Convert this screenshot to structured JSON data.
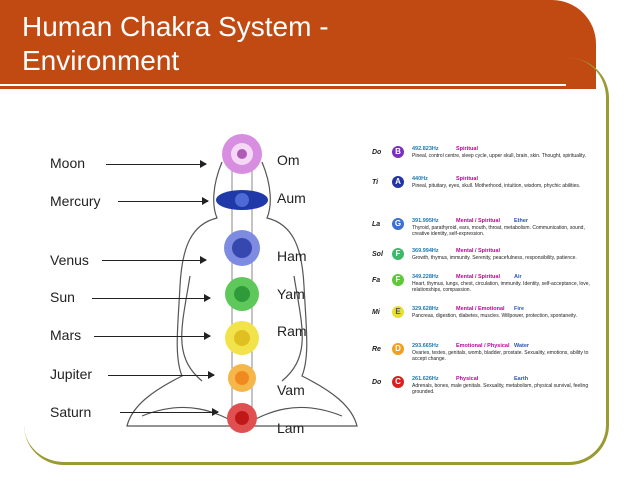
{
  "title": "Human Chakra System -\nEnvironment",
  "planets": [
    "Moon",
    "Mercury",
    "Venus",
    "Sun",
    "Mars",
    "Jupiter",
    "Saturn"
  ],
  "mantras": [
    "Om",
    "Aum",
    "Ham",
    "Yam",
    "Ram",
    "Vam",
    "Lam"
  ],
  "notes": [
    {
      "note": "Do",
      "letter": "B",
      "freq": "492.823Hz",
      "aspect": "Spiritual",
      "element": "",
      "desc": "Pineal, control centre, sleep cycle, upper skull, brain, skin. Thought, spirituality.",
      "color": "#7b2fbe"
    },
    {
      "note": "Ti",
      "letter": "A",
      "freq": "440Hz",
      "aspect": "Spiritual",
      "element": "",
      "desc": "Pineal, pituitary, eyes, skull. Motherhood, intuition, wisdom, phychic abilities.",
      "color": "#2433a8"
    },
    {
      "note": "La",
      "letter": "G",
      "freq": "391.995Hz",
      "aspect": "Mental / Spiritual",
      "element": "Ether",
      "desc": "Thyroid, parathyroid, ears, mouth, throat, metabolism. Communication, sound, creative identity, self-expression.",
      "color": "#3b6fd0"
    },
    {
      "note": "Sol",
      "letter": "F",
      "freq": "369.994Hz",
      "aspect": "Mental / Spiritual",
      "element": "",
      "desc": "Growth, thymus, immunity. Serenity, peacefulness, responsibility, patience.",
      "color": "#3fb86a"
    },
    {
      "note": "Fa",
      "letter": "F",
      "freq": "349.228Hz",
      "aspect": "Mental / Spiritual",
      "element": "Air",
      "desc": "Heart, thymus, lungs, chest, circulation, immunity. Identity, self-acceptance, love, relationships, compassion.",
      "color": "#5ec83a"
    },
    {
      "note": "Mi",
      "letter": "E",
      "freq": "329.628Hz",
      "aspect": "Mental / Emotional",
      "element": "Fire",
      "desc": "Pancreas, digestion, diabetes, muscles. Willpower, protection, spontaneity.",
      "color": "#e8e030"
    },
    {
      "note": "Re",
      "letter": "D",
      "freq": "293.665Hz",
      "aspect": "Emotional / Physical",
      "element": "Water",
      "desc": "Ovaries, testes, genitals, womb, bladder, prostate. Sexuality, emotions, ability to accept change.",
      "color": "#f0a020"
    },
    {
      "note": "Do",
      "letter": "C",
      "freq": "261.626Hz",
      "aspect": "Physical",
      "element": "Earth",
      "desc": "Adrenals, bones, male genitals. Sexuality, metabolism, physical survival, feeling grounded.",
      "color": "#d82020"
    }
  ],
  "colors": {
    "accent": "#c14a12",
    "frame": "#9a9a32"
  }
}
